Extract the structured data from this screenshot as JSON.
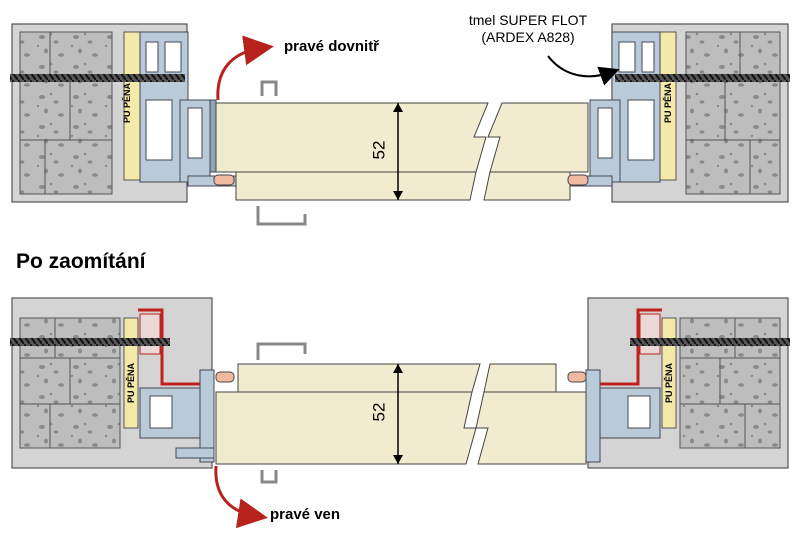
{
  "top": {
    "direction_label": "pravé dovnitř",
    "sealant_label_line1": "tmel SUPER FLOT",
    "sealant_label_line2": "(ARDEX A828)",
    "foam_label": "PU PĚNA",
    "dimension": "52"
  },
  "section_heading": "Po zaomítání",
  "bottom": {
    "direction_label": "pravé ven",
    "foam_label": "PU PĚNA",
    "dimension": "52"
  },
  "colors": {
    "wall": "#d4d4d4",
    "wall_outline": "#555555",
    "brick_block": "#bcbcbc",
    "profile": "#b9cbd8",
    "profile_dark": "#8fa5b5",
    "foam": "#f3e9a8",
    "door_leaf": "#f1eccf",
    "arrow": "#b8221c",
    "sealant": "#c0211c",
    "seal_pink": "#f0b9a0"
  }
}
